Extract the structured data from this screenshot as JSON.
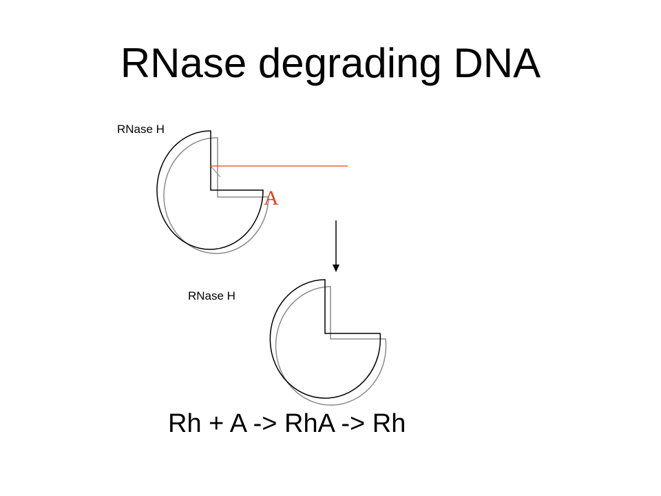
{
  "slide": {
    "title": "RNase degrading DNA",
    "enzyme_label_top": "RNase H",
    "enzyme_label_bottom": "RNase H",
    "substrate_letter": "A",
    "equation": "Rh + A -> RhA -> Rh"
  },
  "colors": {
    "substrate": "#e2401c",
    "enzyme_outline": "#000000",
    "enzyme_shadow": "#8a8a8a"
  }
}
